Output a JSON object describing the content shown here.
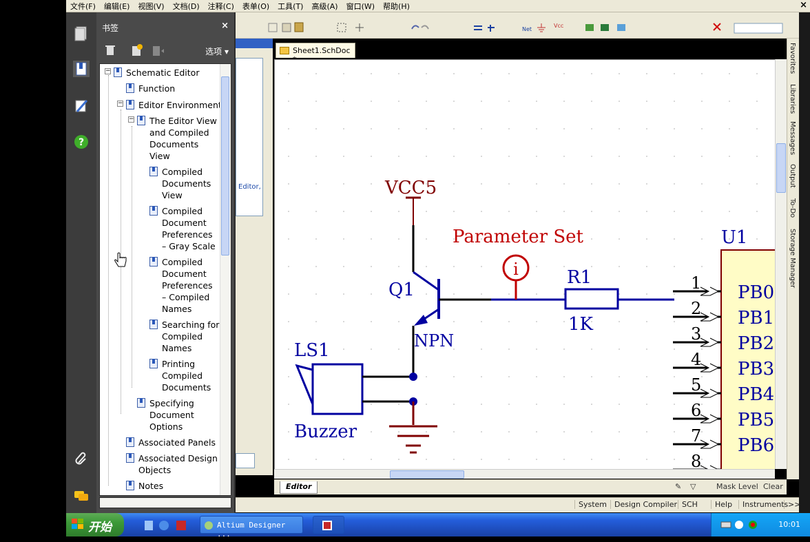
{
  "menu": {
    "items": [
      "文件(F)",
      "编辑(E)",
      "视图(V)",
      "文档(D)",
      "注释(C)",
      "表单(O)",
      "工具(T)",
      "高级(A)",
      "窗口(W)",
      "帮助(H)"
    ],
    "close": "×"
  },
  "bookmarks": {
    "title": "书签",
    "close": "×",
    "options": "选项 ▾",
    "tree": [
      {
        "label": "Schematic Editor"
      },
      {
        "label": "Function"
      },
      {
        "label": "Editor Environment"
      },
      {
        "label": "The Editor View and Compiled Documents View"
      },
      {
        "label": "Compiled Documents View"
      },
      {
        "label": "Compiled Document Preferences – Gray Scale"
      },
      {
        "label": "Compiled Document Preferences – Compiled Names"
      },
      {
        "label": "Searching for Compiled Names"
      },
      {
        "label": "Printing Compiled Documents"
      },
      {
        "label": "Specifying Document Options"
      },
      {
        "label": "Associated Panels"
      },
      {
        "label": "Associated Design Objects"
      },
      {
        "label": "Notes"
      }
    ]
  },
  "projects": {
    "edit_text": "Editor,"
  },
  "document": {
    "tab": "Sheet1.SchDoc *"
  },
  "schematic": {
    "vcc": "VCC5",
    "param": "Parameter Set",
    "param_marker": "i",
    "q1": "Q1",
    "npn": "NPN",
    "r1": "R1",
    "r1_val": "1K",
    "ls1": "LS1",
    "buzzer": "Buzzer",
    "u1": "U1",
    "pins": [
      "1",
      "2",
      "3",
      "4",
      "5",
      "6",
      "7",
      "8"
    ],
    "pin_names": [
      "PB0",
      "PB1",
      "PB2",
      "PB3",
      "PB4",
      "PB5",
      "PB6"
    ],
    "colors": {
      "wire": "#0000a0",
      "power": "#800000",
      "label": "#c00000",
      "part": "#0000a0"
    }
  },
  "right_panels": [
    "Favorites",
    "Libraries",
    "Messages",
    "Output",
    "To-Do",
    "Storage Manager"
  ],
  "editor_bar": {
    "tab": "Editor",
    "mask": "Mask Level",
    "clear": "Clear"
  },
  "status_bar": {
    "items": [
      "System",
      "Design Compiler",
      "SCH",
      "Help",
      "Instruments",
      ">>"
    ]
  },
  "taskbar": {
    "start": "开始",
    "app": "Altium Designer ...",
    "clock": "10:01"
  }
}
